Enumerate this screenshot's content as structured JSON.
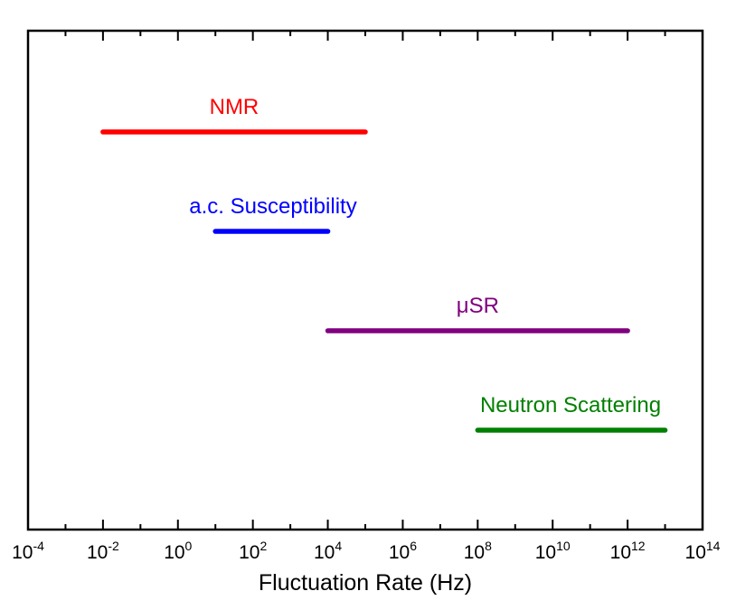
{
  "chart_data": {
    "type": "range",
    "title": "",
    "xlabel": "Fluctuation Rate (Hz)",
    "ylabel": "",
    "xscale": "log",
    "xlim": [
      0.0001,
      100000000000000
    ],
    "grid": false,
    "legend": "none",
    "x_ticks": [
      {
        "base": "10",
        "exp": "-4"
      },
      {
        "base": "10",
        "exp": "-2"
      },
      {
        "base": "10",
        "exp": "0"
      },
      {
        "base": "10",
        "exp": "2"
      },
      {
        "base": "10",
        "exp": "4"
      },
      {
        "base": "10",
        "exp": "6"
      },
      {
        "base": "10",
        "exp": "8"
      },
      {
        "base": "10",
        "exp": "10"
      },
      {
        "base": "10",
        "exp": "12"
      },
      {
        "base": "10",
        "exp": "14"
      }
    ],
    "series": [
      {
        "name": "NMR",
        "x_start": 0.01,
        "x_end": 100000,
        "color": "#ff0000"
      },
      {
        "name": "a.c. Susceptibility",
        "x_start": 10,
        "x_end": 10000,
        "color": "#0000ff"
      },
      {
        "name": "μSR",
        "x_start": 10000,
        "x_end": 1000000000000,
        "color": "#800080"
      },
      {
        "name": "Neutron Scattering",
        "x_start": 100000000,
        "x_end": 10000000000000,
        "color": "#008000"
      }
    ]
  }
}
